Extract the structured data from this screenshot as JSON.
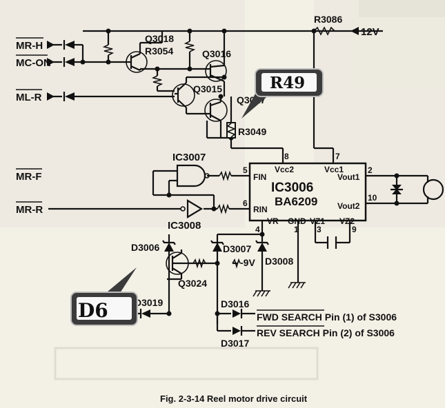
{
  "supply": "12V",
  "neg_supply": "-9V",
  "inputs": {
    "mr_h": "MR-H",
    "mc_on": "MC-ON",
    "ml_r": "ML-R",
    "mr_f": "MR-F",
    "mr_r": "MR-R"
  },
  "transistors": [
    "Q3018",
    "Q3016",
    "Q3015",
    "Q3017",
    "Q3024"
  ],
  "resistors": [
    "R3086",
    "R3054",
    "R3049"
  ],
  "ics": {
    "gate": "IC3007",
    "inverter": "IC3008",
    "driver_name": "IC3006",
    "driver_part": "BA6209"
  },
  "pins": {
    "vcc2": "Vcc2",
    "vcc1": "Vcc1",
    "fin": "FIN",
    "rin": "RIN",
    "vr": "VR",
    "gnd": "GND",
    "vz1": "VZ1",
    "vz2": "VZ2",
    "vout1": "Vout1",
    "vout2": "Vout2",
    "n8": "8",
    "n7": "7",
    "n5": "5",
    "n6": "6",
    "n2": "2",
    "n10": "10",
    "n4": "4",
    "n1": "1",
    "n3": "3",
    "n9": "9"
  },
  "diodes": [
    "D3006",
    "D3007",
    "D3008",
    "D3016",
    "D3017",
    "D3019"
  ],
  "outputs": {
    "fwd": "FWD SEARCH Pin (1) of S3006",
    "rev": "REV SEARCH Pin (2) of S3006"
  },
  "callouts": {
    "top": "R49",
    "bottom": "D6"
  },
  "caption": "Fig. 2-3-14  Reel motor drive circuit"
}
